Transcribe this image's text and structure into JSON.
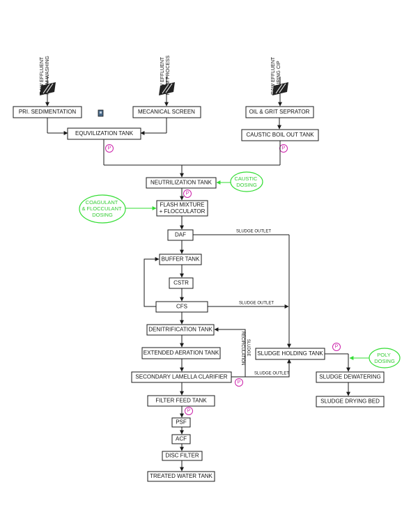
{
  "raw_inputs": [
    "RAW EFFLUENT\nFROM WASHING",
    "RAW EFFLUENT\nFROM PROCESS",
    "RAW EFFLUENT\nDURING CIP"
  ],
  "boxes": {
    "pri_sed": "PRI. SEDIMENTATION",
    "screen": "MECANICAL SCREEN",
    "oil_grit": "OIL & GRIT SEPRATOR",
    "equalization": "EQUVILIZATION TANK",
    "caustic_boil": "CAUSTIC BOIL OUT TANK",
    "neutralization": "NEUTRILIZATION TANK",
    "flash_mix": "FLASH MIXTURE\n+ FLOCCULATOR",
    "daf": "DAF",
    "buffer": "BUFFER TANK",
    "cstr": "CSTR",
    "cfs": "CFS",
    "denitrification": "DENITRIFICATION TANK",
    "extended_aeration": "EXTENDED AERATION TANK",
    "lamella": "SECONDARY LAMELLA CLARIFIER",
    "filter_feed": "FILTER FEED TANK",
    "psf": "PSF",
    "acf": "ACF",
    "disc_filter": "DISC FILTER",
    "treated_water": "TREATED WATER TANK",
    "sludge_holding": "SLUDGE HOLDING TANK",
    "sludge_dewatering": "SLUDGE DEWATERING",
    "sludge_drying": "SLUDGE DRYING BED"
  },
  "dosing": {
    "caustic": "CAUSTIC\nDOSING",
    "coagulant": "COAGULANT\n& FLOCCULANT\nDOSING",
    "poly": "POLY\nDOSING"
  },
  "labels": {
    "sludge_outlet": "SLUDGE OUTLET",
    "sludge_recirculation": "SLUDGE\nRECIRCULATION",
    "pump": "P"
  },
  "colors": {
    "dosing_green": "#33dd33",
    "pump_magenta": "#cc22aa",
    "line_black": "#1a1a1a"
  }
}
